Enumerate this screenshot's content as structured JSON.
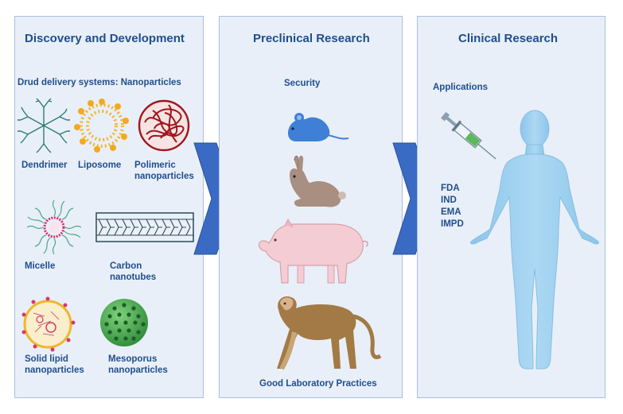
{
  "panels": {
    "discovery": {
      "title": "Discovery and Development",
      "subtitle": "Drud delivery systems: Nanoparticles",
      "items": {
        "dendrimer": "Dendrimer",
        "liposome": "Liposome",
        "polimeric": "Polimeric nanoparticles",
        "micelle": "Micelle",
        "carbon": "Carbon nanotubes",
        "solid_lipid": "Solid lipid nanoparticles",
        "mesoporus": "Mesoporus nanoparticles"
      }
    },
    "preclinical": {
      "title": "Preclinical Research",
      "top_label": "Security",
      "bottom_label": "Good Laboratory Practices",
      "animals": [
        "mouse-icon",
        "rabbit-icon",
        "pig-icon",
        "monkey-icon"
      ]
    },
    "clinical": {
      "title": "Clinical Research",
      "applications": "Applications",
      "regulators": [
        "FDA",
        "IND",
        "EMA",
        "IMPD"
      ]
    }
  },
  "colors": {
    "panel_bg": "#e9eff8",
    "panel_border": "#a9bfe0",
    "title_text": "#1f4e8c",
    "arrow": "#3a6bc4",
    "human": "#9fd0ee"
  }
}
